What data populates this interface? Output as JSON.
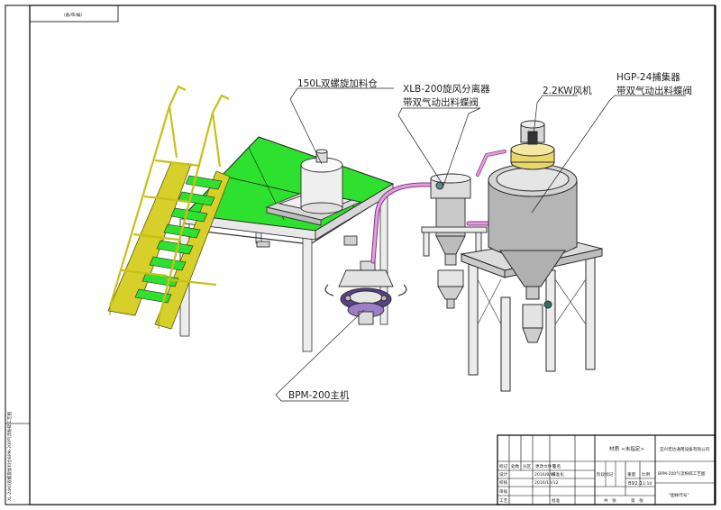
{
  "colors": {
    "platform": "#2ee12e",
    "railing": "#d7cf2a",
    "steel": "#e8e8e8",
    "tank": "#b8b8b8",
    "pipe": "#e89be6",
    "accent": "#5b3f8a",
    "band": "#e9d66c"
  },
  "stamp": "（备/审/编）",
  "side_note": "XL-24K0双螺旋加料仓BPM-200气流粉碎工艺图",
  "callouts": {
    "hopper": "150L双螺旋加料仓",
    "cyclone_line1": "XLB-200旋风分离器",
    "cyclone_line2": "带双气动出料蝶阀",
    "fan": "2.2KW风机",
    "collector_line1": "HGP-24捕集器",
    "collector_line2": "带双气动出料蝶阀",
    "mill": "BPM-200主机"
  },
  "title_block": {
    "headers": [
      "标记",
      "处数",
      "分区",
      "更改文件号",
      "签名"
    ],
    "rows": [
      {
        "role": "设计",
        "date": "2016/8/06",
        "name": "标准化"
      },
      {
        "role": "校核",
        "date": "2016/10/12",
        "name": ""
      },
      {
        "role": "审核",
        "date": "",
        "name": ""
      },
      {
        "role": "工艺",
        "date": "",
        "name": "批准"
      }
    ],
    "material": "材质 <未指定>",
    "stage_label": "阶段标记",
    "weight_label": "重量",
    "scale_label": "比例",
    "weight": "892.1",
    "scale": "1:10",
    "sheet_total": "共　张",
    "sheet_no": "第　张",
    "company": "宜兴宏达通用设备有限公司",
    "drawing_title": "BPM-200气流粉碎工艺图",
    "drawing_code": "\"图样代号\""
  }
}
